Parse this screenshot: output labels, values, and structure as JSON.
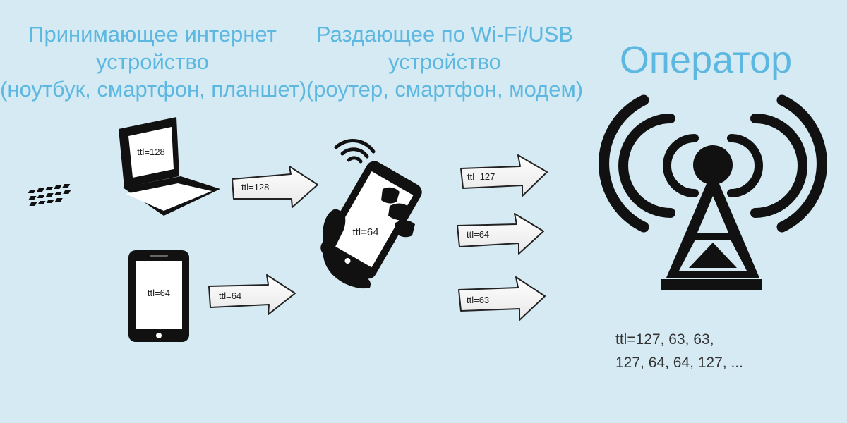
{
  "headings": {
    "receiver": [
      "Принимающее интернет",
      "устройство",
      "(ноутбук, смартфон, планшет)"
    ],
    "distributor": [
      "Раздающее по Wi-Fi/USB",
      "устройство",
      "(роутер, смартфон, модем)"
    ],
    "operator": "Оператор"
  },
  "devices": {
    "laptop_ttl": "ttl=128",
    "phone_ttl": "ttl=64",
    "hand_phone_ttl": "ttl=64"
  },
  "arrows": {
    "from_laptop": "ttl=128",
    "from_phone": "ttl=64",
    "out_1": "ttl=127",
    "out_2": "ttl=64",
    "out_3": "ttl=63"
  },
  "result": [
    "ttl=127, 63, 63,",
    "127, 64, 64, 127, ..."
  ],
  "colors": {
    "background": "#d6eaf3",
    "heading": "#5cb8e0",
    "icon": "#111111"
  }
}
